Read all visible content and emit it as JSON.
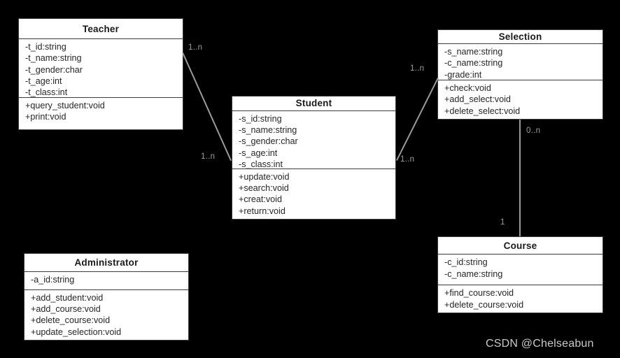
{
  "diagram": {
    "type": "uml-class-diagram",
    "background_color": "#000000",
    "class_fill_color": "#ffffff",
    "class_border_color": "#3a3a3a",
    "edge_color": "#9a9a9a",
    "label_color": "#9d9d9d",
    "classes": [
      {
        "name": "Teacher",
        "attributes": [
          "-t_id:string",
          "-t_name:string",
          "-t_gender:char",
          "-t_age:int",
          "-t_class:int"
        ],
        "methods": [
          "+query_student:void",
          "+print:void"
        ]
      },
      {
        "name": "Student",
        "attributes": [
          "-s_id:string",
          "-s_name:string",
          "-s_gender:char",
          "-s_age:int",
          "-s_class:int"
        ],
        "methods": [
          "+update:void",
          "+search:void",
          "+creat:void",
          "+return:void"
        ]
      },
      {
        "name": "Selection",
        "attributes": [
          "-s_name:string",
          "-c_name:string",
          "-grade:int"
        ],
        "methods": [
          "+check:void",
          "+add_select:void",
          "+delete_select:void"
        ]
      },
      {
        "name": "Course",
        "attributes": [
          "-c_id:string",
          "-c_name:string"
        ],
        "methods": [
          "+find_course:void",
          "+delete_course:void"
        ]
      },
      {
        "name": "Administrator",
        "attributes": [
          "-a_id:string"
        ],
        "methods": [
          "+add_student:void",
          "+add_course:void",
          "+delete_course:void",
          "+update_selection:void"
        ]
      }
    ],
    "associations": [
      {
        "from": "Teacher",
        "to": "Student",
        "from_multiplicity": "1..n",
        "to_multiplicity": "1..n"
      },
      {
        "from": "Student",
        "to": "Selection",
        "from_multiplicity": "1..n",
        "to_multiplicity": "1..n"
      },
      {
        "from": "Selection",
        "to": "Course",
        "from_multiplicity": "0..n",
        "to_multiplicity": "1"
      }
    ]
  },
  "watermark": {
    "text": "CSDN @Chelseabun"
  }
}
